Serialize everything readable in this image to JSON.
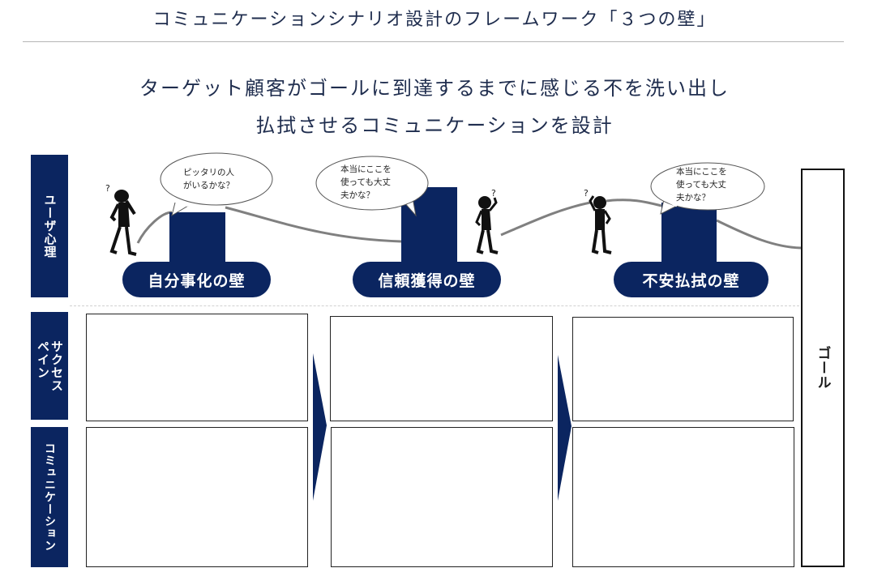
{
  "title": "コミュニケーションシナリオ設計のフレームワーク「３つの壁」",
  "subtitle_line1": "ターゲット顧客がゴールに到達するまでに感じる不を洗い出し",
  "subtitle_line2": "払拭させるコミュニケーションを設計",
  "rows": {
    "user_psychology": "ユーザ心理",
    "success_pain": "サクセス\nペイン",
    "communication": "コミュニケーション"
  },
  "walls": [
    {
      "label": "自分事化の壁",
      "bubble": "ピッタリの人\nがいるかな？"
    },
    {
      "label": "信頼獲得の壁",
      "bubble": "本当にここを\n使っても大丈\n夫かな？"
    },
    {
      "label": "不安払拭の壁",
      "bubble": "本当にここを\n使っても大丈\n夫かな？"
    }
  ],
  "goal": "ゴール",
  "icons": [
    "thinking-person-icon",
    "speech-bubble-icon",
    "chevron-arrow-icon"
  ],
  "colors": {
    "navy": "#0b2560",
    "curve": "#808080"
  }
}
